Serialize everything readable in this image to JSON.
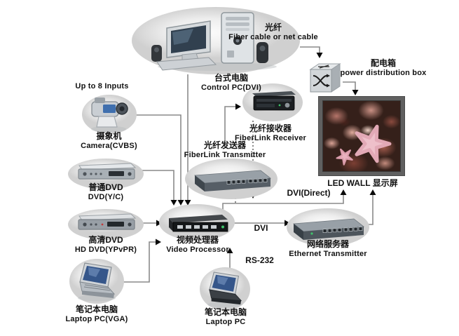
{
  "diagram": {
    "nodes": {
      "control_pc": {
        "cn": "台式电脑",
        "en": "Control PC(DVI)"
      },
      "camera": {
        "cn": "摄象机",
        "en": "Camera(CVBS)"
      },
      "dvd": {
        "cn": "普通DVD",
        "en": "DVD(Y/C)"
      },
      "hd_dvd": {
        "cn": "高清DVD",
        "en": "HD DVD(YPvPR)"
      },
      "laptop_vga": {
        "cn": "笔记本电脑",
        "en": "Laptop PC(VGA)"
      },
      "laptop_rs232": {
        "cn": "笔记本电脑",
        "en": "Laptop PC"
      },
      "video_processor": {
        "cn": "视频处理器",
        "en": "Video Processor"
      },
      "fiber_tx": {
        "cn": "光纤发送器",
        "en": "FiberLink Transmitter"
      },
      "fiber_rx": {
        "cn": "光纤接收器",
        "en": "FiberLink Receiver"
      },
      "ethernet_tx": {
        "cn": "网络服务器",
        "en": "Ethernet Transmitter"
      },
      "power_box": {
        "cn": "配电箱",
        "en": "power distribution box"
      },
      "led_wall": {
        "label": "LED WALL 显示屏"
      }
    },
    "annotations": {
      "inputs_note": "Up to 8 Inputs",
      "fiber_cable": {
        "cn": "光纤",
        "en": "Fiber cable or net cable"
      },
      "dvi": "DVI",
      "dvi_direct": "DVI(Direct)",
      "rs232": "RS-232"
    },
    "colors": {
      "background": "#ffffff",
      "line": "#8a8a8a",
      "arrow": "#0a0a0a",
      "text": "#111111"
    }
  }
}
